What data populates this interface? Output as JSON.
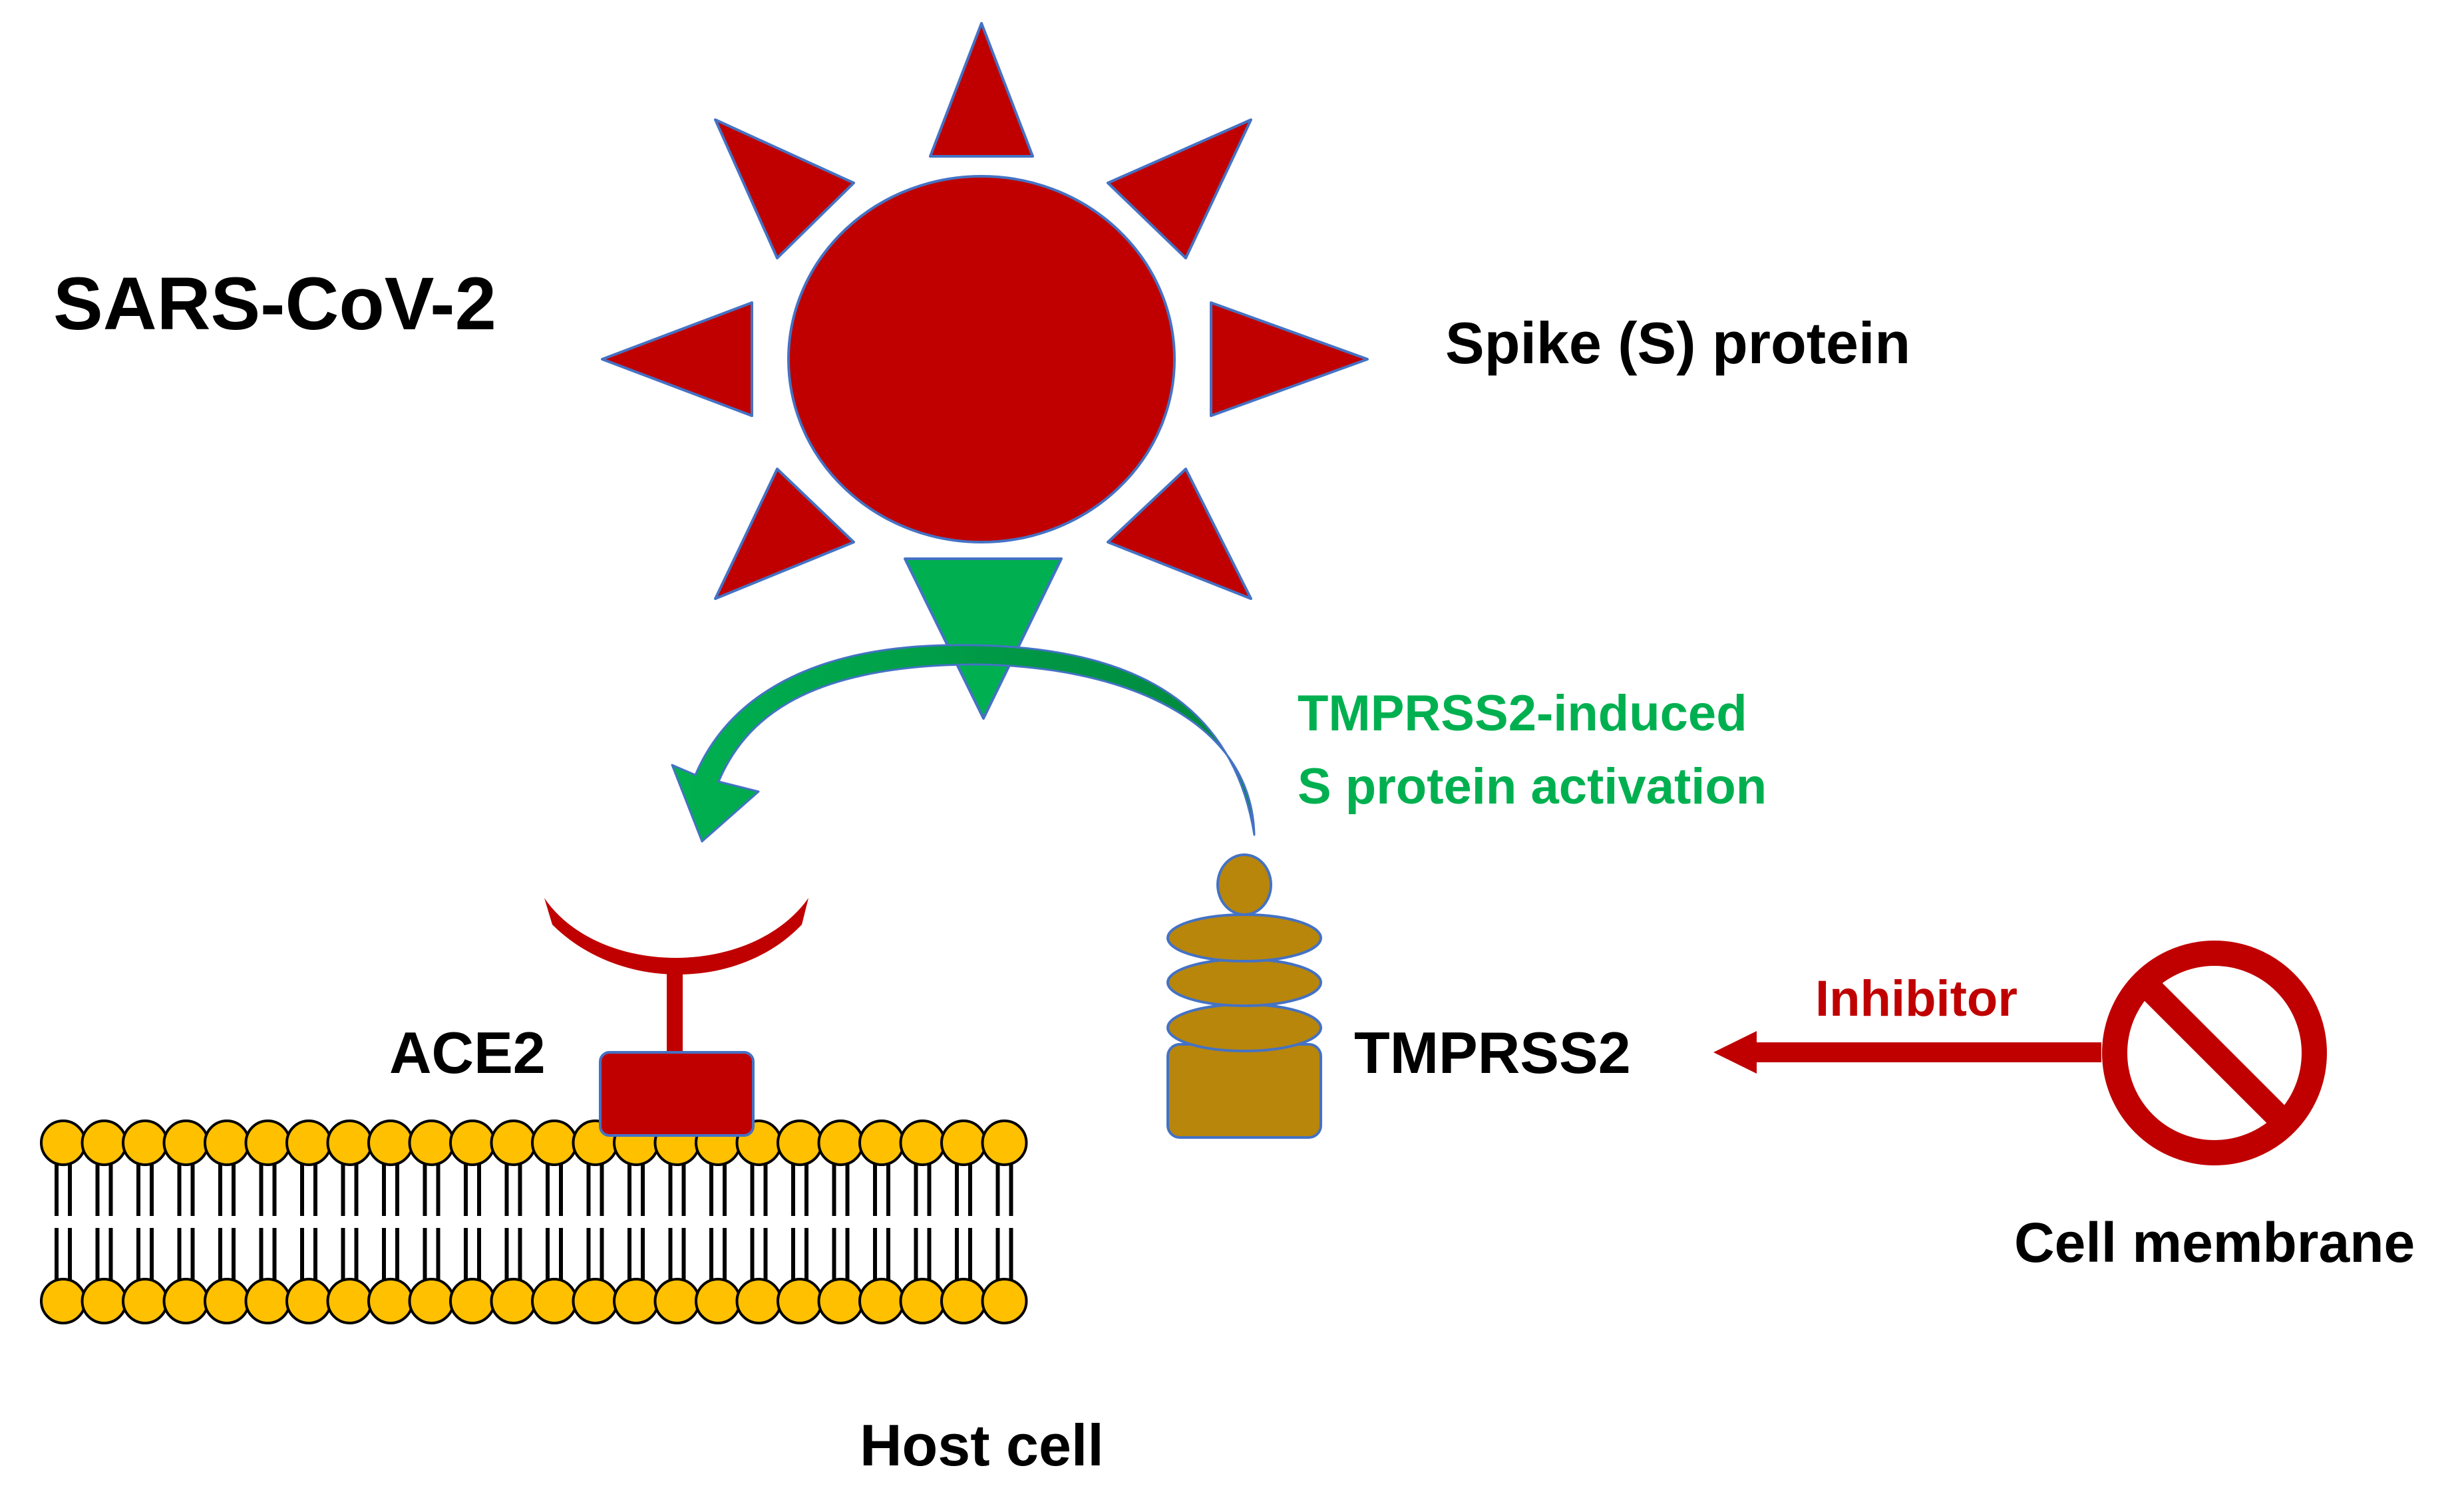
{
  "labels": {
    "virus": "SARS-CoV-2",
    "spike": "Spike (S) protein",
    "activation_line1": "TMPRSS2-induced",
    "activation_line2": "S protein activation",
    "ace2": "ACE2",
    "tmprss2": "TMPRSS2",
    "inhibitor": "Inhibitor",
    "membrane": "Cell membrane",
    "host_cell": "Host cell"
  },
  "colors": {
    "virus_red": "#C00000",
    "spike_outline": "#4472C4",
    "activated_spike_green": "#00B050",
    "arrow_green_dark": "#00873E",
    "tmprss2_gold": "#B8860B",
    "lipid_head_yellow": "#FFC000",
    "inhibitor_red": "#C00000",
    "text_black": "#000000",
    "text_green": "#00B050",
    "text_red": "#C00000"
  },
  "icons": {
    "virus": "virus-icon",
    "inhibitor": "prohibition-icon"
  }
}
